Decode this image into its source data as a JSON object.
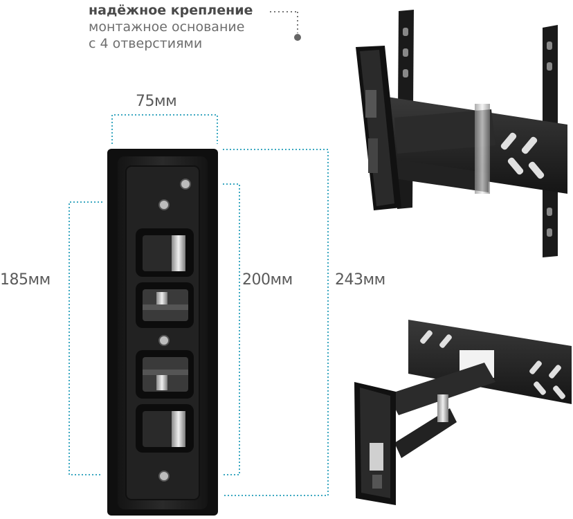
{
  "callout": {
    "title": "надёжное крепление",
    "line1": "монтажное основание",
    "line2": "с 4 отверстиями"
  },
  "dimensions": {
    "width_top": "75мм",
    "height_inner": "185мм",
    "height_mid": "200мм",
    "height_outer": "243мм"
  },
  "colors": {
    "dotted_line": "#3aa7c0",
    "metal_dark": "#1c1c1c",
    "metal_mid": "#2e2e2e",
    "metal_light": "#4a4a4a",
    "chrome": "#c8c8c8"
  }
}
